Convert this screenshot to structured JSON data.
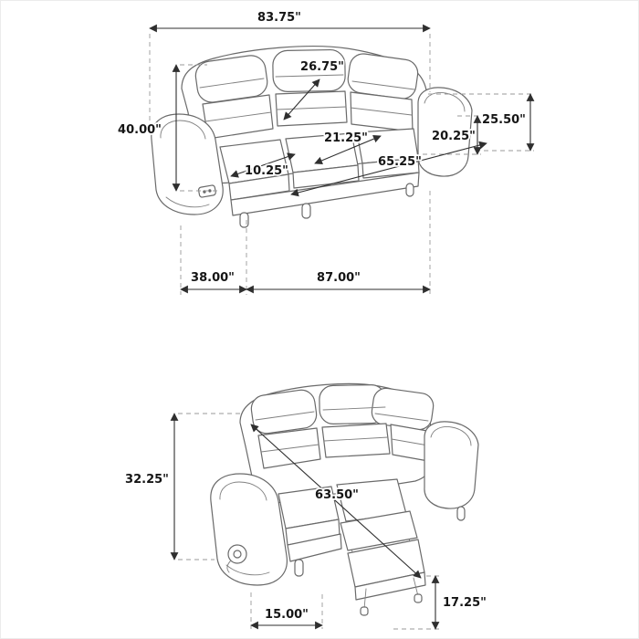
{
  "colors": {
    "background": "#ffffff",
    "artwork_line": "#6a6a6a",
    "dimension_line": "#2f2f2f",
    "extension_line": "#9a9a9a",
    "label_text": "#151515"
  },
  "dims": {
    "upright": {
      "overall_width": "83.75\"",
      "back_cushion": "26.75\"",
      "overall_height": "40.00\"",
      "back_height": "25.50\"",
      "arm_height": "20.25\"",
      "seat_depth": "21.25\"",
      "arm_width": "10.25\"",
      "seat_width": "65.25\"",
      "base_depth": "38.00\"",
      "base_width": "87.00\""
    },
    "reclined": {
      "reclined_height": "32.25\"",
      "extended_length": "63.50\"",
      "footrest_height": "17.25\"",
      "footrest_base": "15.00\""
    }
  }
}
